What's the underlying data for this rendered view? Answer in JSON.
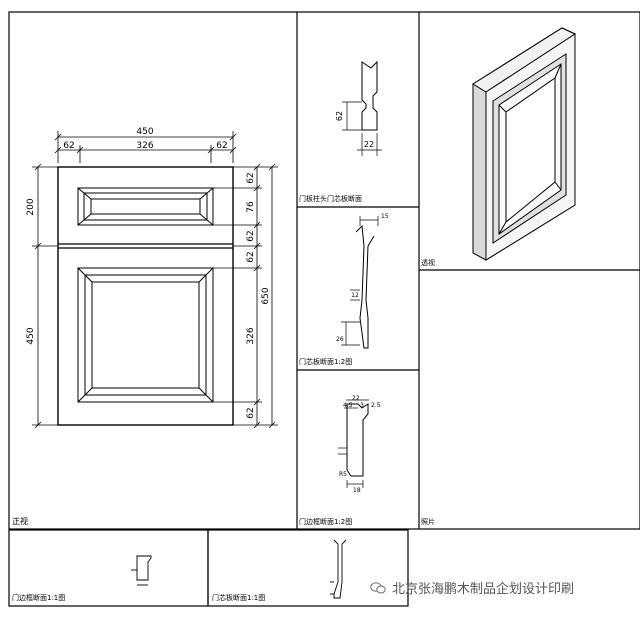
{
  "front_view": {
    "label": "正视",
    "dims": {
      "total_width": "450",
      "left_stile": "62",
      "center_width": "326",
      "right_stile": "62",
      "drawer_height": "200",
      "door_height": "450",
      "right_62_a": "62",
      "right_76": "76",
      "right_62_b": "62",
      "right_62_c": "62",
      "right_326": "326",
      "right_62_d": "62",
      "right_650": "650"
    }
  },
  "section_a": {
    "label": "门板柱头门芯板断面",
    "dim_62": "62",
    "dim_22": "22"
  },
  "section_b": {
    "label": "门芯板断面1:2图",
    "dim_top": "15",
    "dim_mid": "12",
    "dim_26": "26"
  },
  "section_c": {
    "label": "门边框断面1:2图",
    "dim_22": "22",
    "dim_45": "4.5",
    "dim_3": "3",
    "dim_25": "2.5",
    "dim_r5": "R5",
    "dim_18": "18"
  },
  "perspective": {
    "label": "透视"
  },
  "photo": {
    "label": "照片"
  },
  "bottom_a": {
    "label": "门边框断面1:1图"
  },
  "bottom_b": {
    "label": "门芯板断面1:1图"
  },
  "watermark": {
    "text": "北京张海鹏木制品企划设计印刷"
  }
}
